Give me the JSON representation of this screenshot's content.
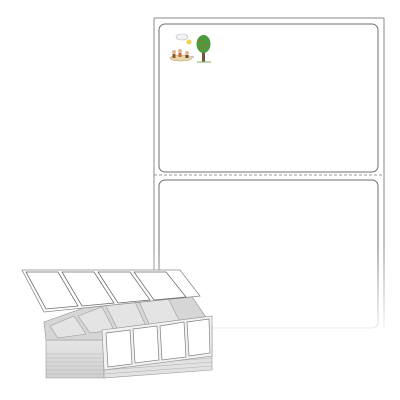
{
  "product": {
    "type": "fanfold-label-preview",
    "labels_across": 1,
    "labels_down": 2,
    "fanfold_columns": 4,
    "has_perforation": true,
    "preview_image": "park-picnic-tree-clipart",
    "colors": {
      "background": "#ffffff",
      "paper_edge": "#8a8a8a",
      "label_outline": "#6f6f6f",
      "perforation": "#9a9a9a",
      "stack_shade": "#d7d7d7",
      "tree_green": "#4e9a3f",
      "trunk_brown": "#7a5230"
    }
  }
}
